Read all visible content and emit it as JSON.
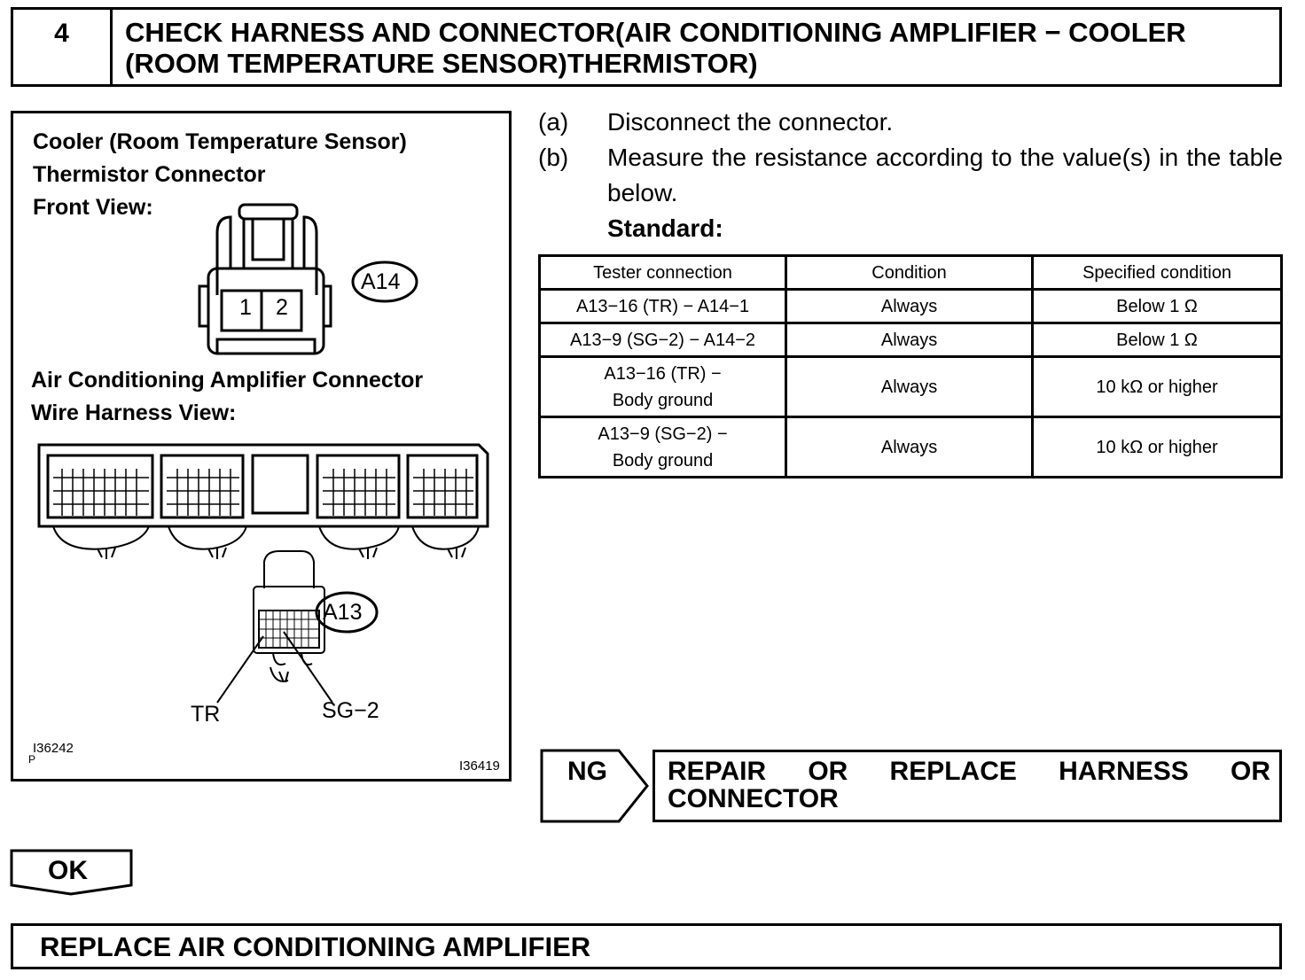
{
  "header": {
    "step_number": "4",
    "title_line1": "CHECK HARNESS AND CONNECTOR(AIR CONDITIONING AMPLIFIER − COOLER",
    "title_line2": "(ROOM TEMPERATURE SENSOR)THERMISTOR)"
  },
  "figure": {
    "sensor_label_line1": "Cooler (Room Temperature Sensor)",
    "sensor_label_line2": "Thermistor Connector",
    "sensor_label_line3": "Front View:",
    "connector_a14": "A14",
    "pin1": "1",
    "pin2": "2",
    "amp_label_line1": "Air Conditioning Amplifier Connector",
    "amp_label_line2": "Wire Harness View:",
    "connector_a13": "A13",
    "terminal_tr": "TR",
    "terminal_sg2": "SG−2",
    "code_left": "I36242",
    "code_left_sub": "P",
    "code_right": "I36419"
  },
  "steps": [
    {
      "letter": "(a)",
      "text": "Disconnect the connector."
    },
    {
      "letter": "(b)",
      "text": "Measure the resistance according to the value(s) in the table below."
    }
  ],
  "standard_label": "Standard:",
  "table": {
    "headers": [
      "Tester connection",
      "Condition",
      "Specified condition"
    ],
    "rows": [
      [
        "A13−16 (TR) − A14−1",
        "Always",
        "Below 1 Ω"
      ],
      [
        "A13−9 (SG−2) − A14−2",
        "Always",
        "Below 1 Ω"
      ],
      [
        "A13−16 (TR) −",
        "Body ground",
        "Always",
        "10 kΩ or higher"
      ],
      [
        "A13−9 (SG−2) −",
        "Body ground",
        "Always",
        "10 kΩ or higher"
      ]
    ]
  },
  "ng": {
    "label": "NG",
    "result": "REPAIR OR REPLACE HARNESS OR CONNECTOR"
  },
  "ok": {
    "label": "OK"
  },
  "final_action": "REPLACE AIR CONDITIONING AMPLIFIER"
}
